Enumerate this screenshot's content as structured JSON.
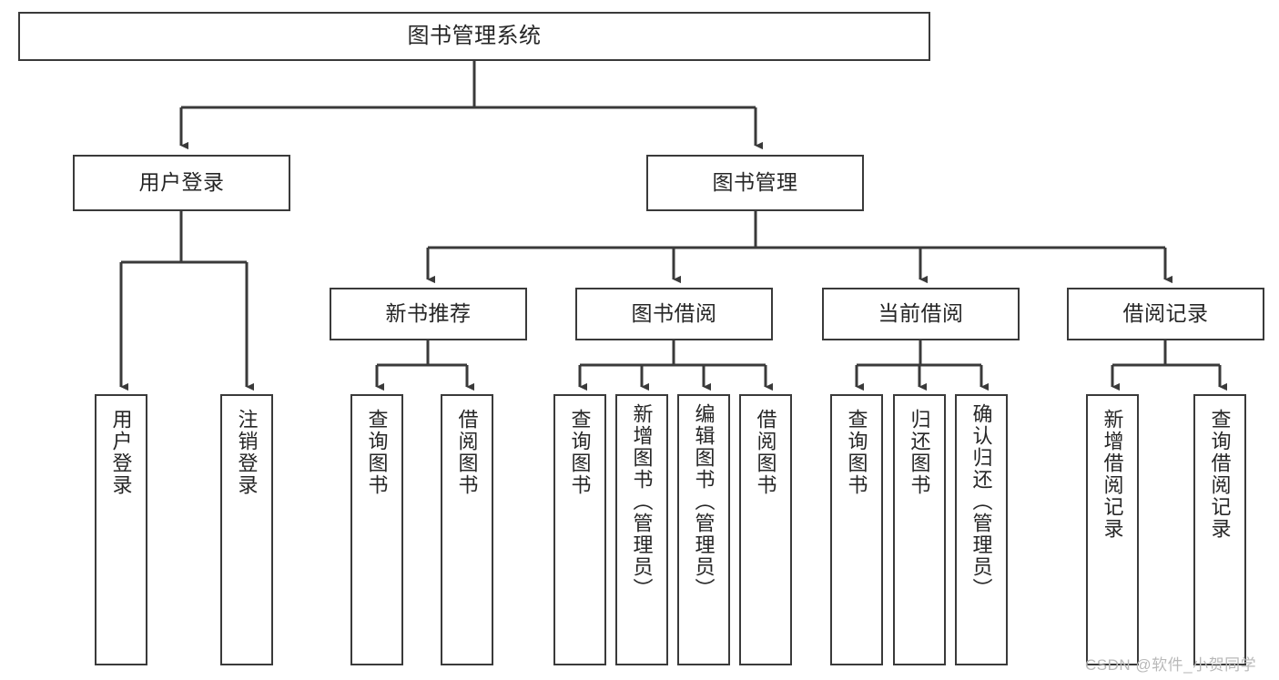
{
  "diagram": {
    "title": "图书管理系统",
    "type": "tree-hierarchy-chart",
    "line_color": "#3a3a3a",
    "box_fill": "#ffffff",
    "text_color": "#262626",
    "watermark": "CSDN @软件_小贺同学",
    "watermark_color": "#b9b9b9"
  },
  "levels": {
    "root": {
      "label": "图书管理系统"
    },
    "modules": [
      {
        "label": "用户登录"
      },
      {
        "label": "图书管理"
      }
    ],
    "submodules": [
      {
        "label": "新书推荐"
      },
      {
        "label": "图书借阅"
      },
      {
        "label": "当前借阅"
      },
      {
        "label": "借阅记录"
      }
    ],
    "leaves": [
      {
        "label": "用户登录"
      },
      {
        "label": "注销登录"
      },
      {
        "label": "查询图书"
      },
      {
        "label": "借阅图书"
      },
      {
        "label": "查询图书"
      },
      {
        "label": "新增图书（管理员）"
      },
      {
        "label": "编辑图书（管理员）"
      },
      {
        "label": "借阅图书"
      },
      {
        "label": "查询图书"
      },
      {
        "label": "归还图书"
      },
      {
        "label": "确认归还（管理员）"
      },
      {
        "label": "新增借阅记录"
      },
      {
        "label": "查询借阅记录"
      }
    ]
  }
}
